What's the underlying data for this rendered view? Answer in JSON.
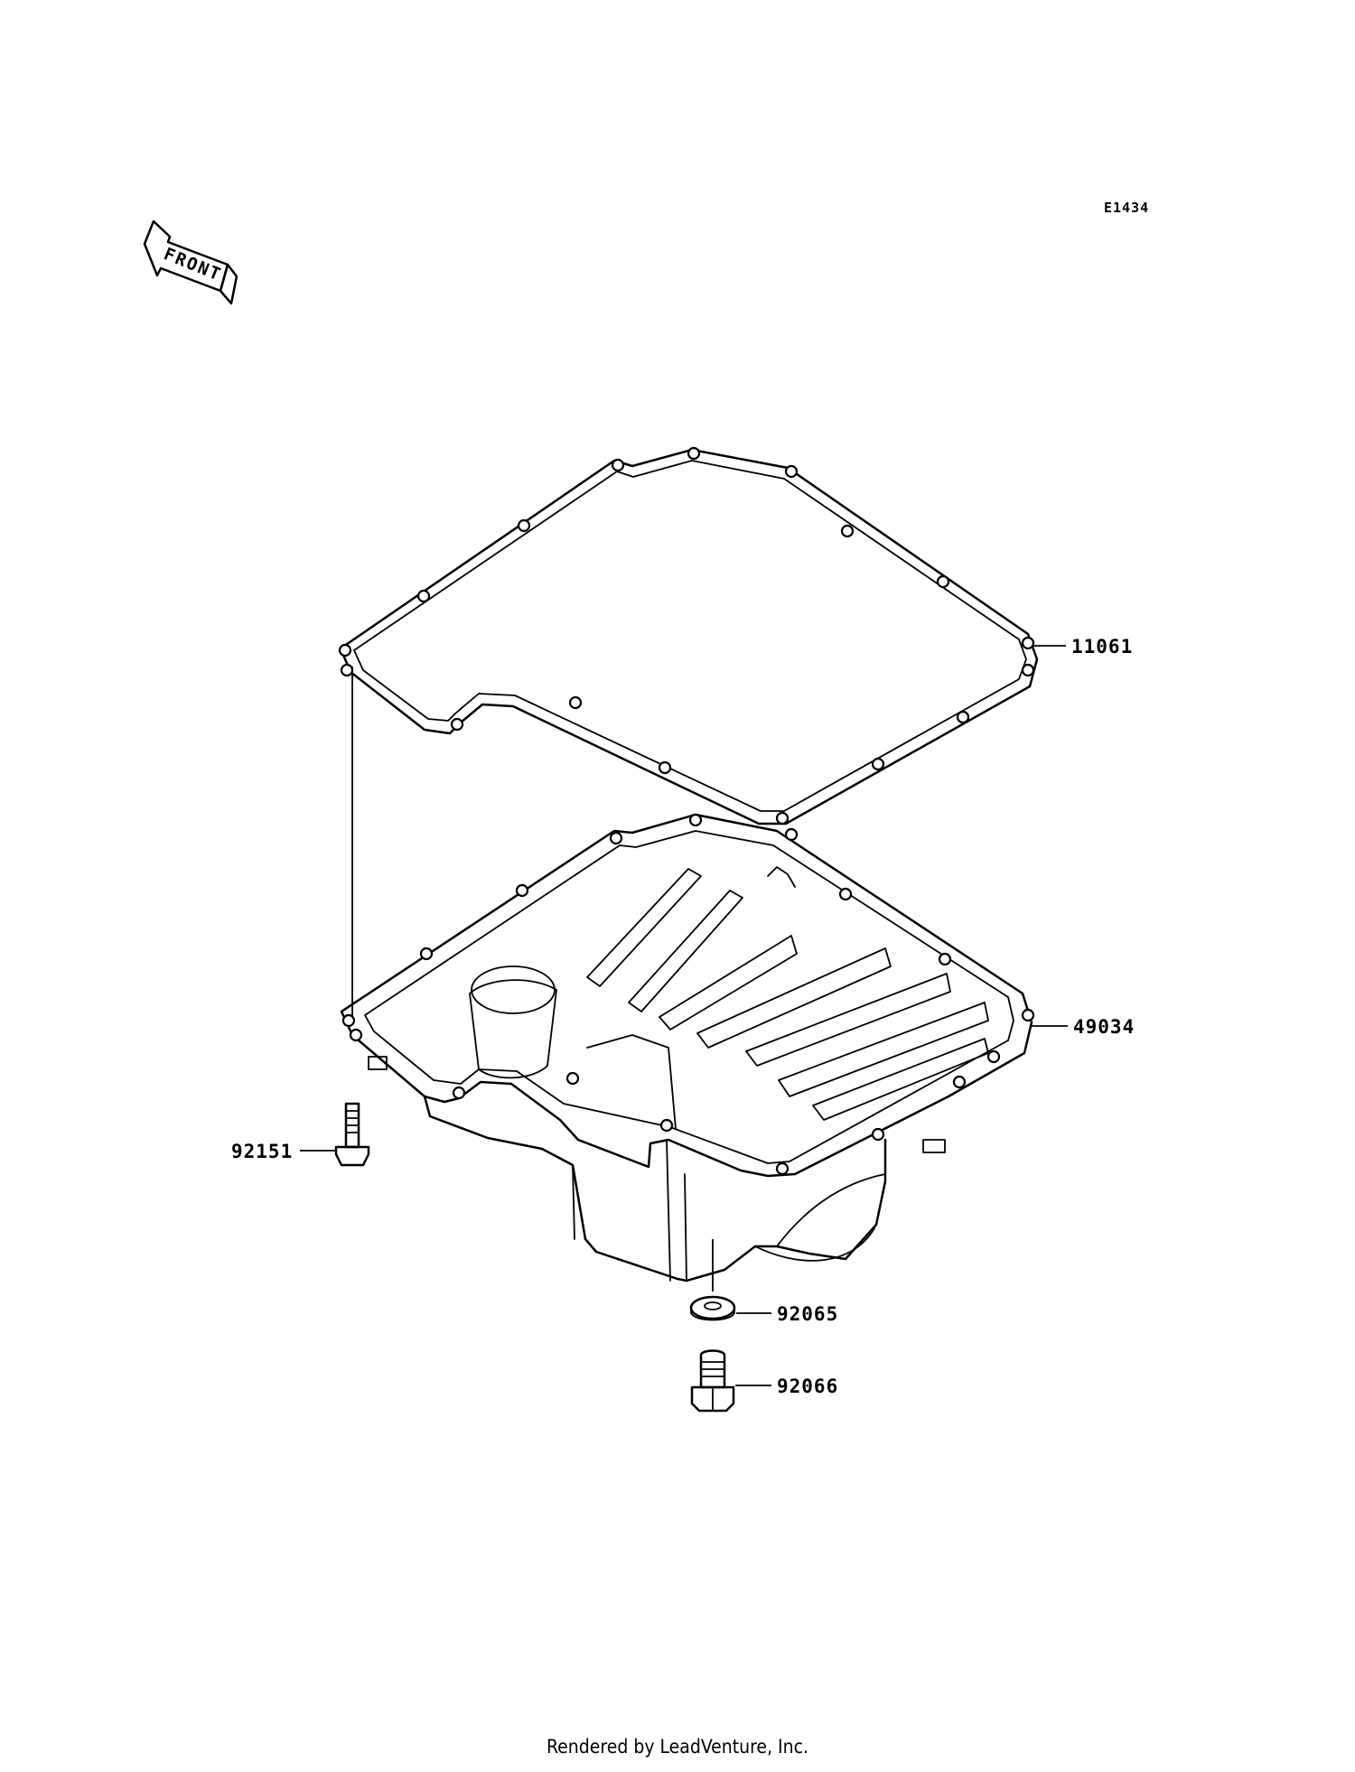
{
  "diagram": {
    "id": "E1434",
    "front_marker": "FRONT",
    "parts": [
      {
        "number": "11061"
      },
      {
        "number": "49034"
      },
      {
        "number": "92151"
      },
      {
        "number": "92065"
      },
      {
        "number": "92066"
      }
    ]
  },
  "footer": "Rendered by LeadVenture, Inc."
}
